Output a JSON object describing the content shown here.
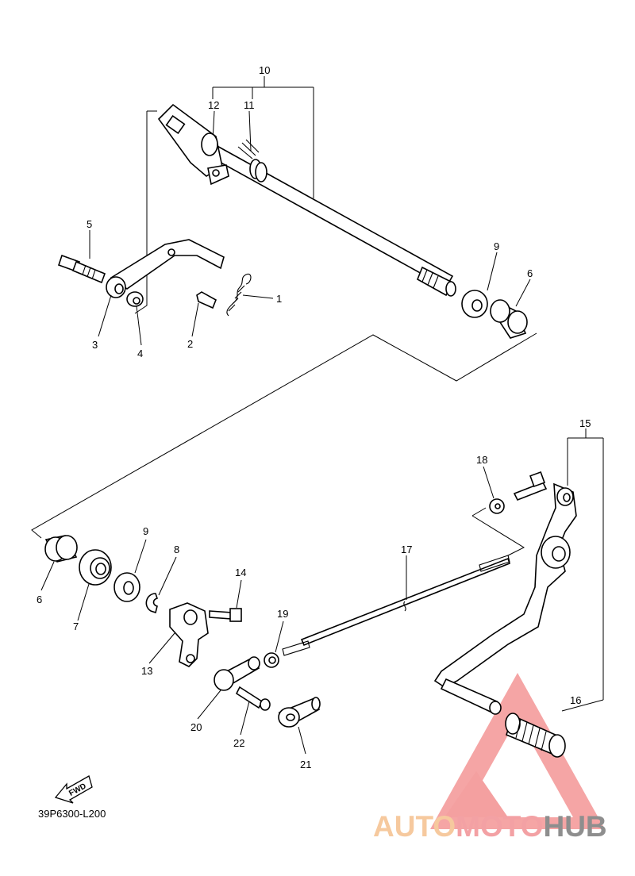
{
  "diagram": {
    "code": "39P6300-L200",
    "fwd_label": "FWD",
    "callouts": [
      {
        "id": "c10",
        "text": "10"
      },
      {
        "id": "c12",
        "text": "12"
      },
      {
        "id": "c11",
        "text": "11"
      },
      {
        "id": "c5",
        "text": "5"
      },
      {
        "id": "c9a",
        "text": "9"
      },
      {
        "id": "c6a",
        "text": "6"
      },
      {
        "id": "c1",
        "text": "1"
      },
      {
        "id": "c3",
        "text": "3"
      },
      {
        "id": "c4",
        "text": "4"
      },
      {
        "id": "c2",
        "text": "2"
      },
      {
        "id": "c15",
        "text": "15"
      },
      {
        "id": "c18",
        "text": "18"
      },
      {
        "id": "c17",
        "text": "17"
      },
      {
        "id": "c9b",
        "text": "9"
      },
      {
        "id": "c8",
        "text": "8"
      },
      {
        "id": "c14",
        "text": "14"
      },
      {
        "id": "c19",
        "text": "19"
      },
      {
        "id": "c6b",
        "text": "6"
      },
      {
        "id": "c7",
        "text": "7"
      },
      {
        "id": "c13",
        "text": "13"
      },
      {
        "id": "c16",
        "text": "16"
      },
      {
        "id": "c20",
        "text": "20"
      },
      {
        "id": "c22",
        "text": "22"
      },
      {
        "id": "c21",
        "text": "21"
      }
    ]
  },
  "watermark": {
    "part1": "AUTO",
    "part2": "MOTO",
    "part3": "HUB",
    "colors": {
      "auto": "#f6c99e",
      "moto": "#f3a1a4",
      "hub": "#8e8e8e",
      "triangle": "#f4a0a0"
    }
  }
}
